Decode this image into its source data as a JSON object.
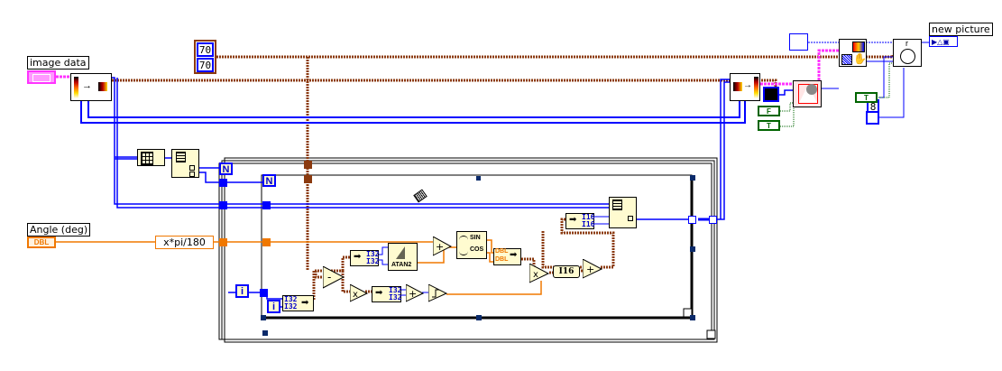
{
  "diagram": {
    "type": "LabVIEW block diagram",
    "terminals": {
      "image_data": {
        "label": "image data",
        "type": "image cluster (pink)"
      },
      "angle_deg": {
        "label": "Angle (deg)",
        "type_tag": "DBL"
      },
      "new_picture": {
        "label": "new picture",
        "type": "picture indicator"
      }
    },
    "constants": {
      "size_cluster": [
        "70",
        "70"
      ],
      "bit_depth": "8",
      "bool_false_tag": "F",
      "bool_true_tag_1": "T",
      "bool_true_tag_2": "T"
    },
    "nodes": {
      "formula": "x*pi/180",
      "atan2": "ATAN2",
      "sincos_top": "SIN",
      "sincos_bottom": "COS",
      "i32": "I32",
      "i16": "I16",
      "dbl": "DBL",
      "loop_count_outer": "N",
      "loop_count_inner": "N",
      "loop_iter_outer": "i",
      "loop_iter_inner": "i",
      "subtract": "-",
      "multiply": "x",
      "add": "+",
      "ring_radius_label": "r"
    },
    "colors": {
      "wire_numeric_int": "#0000ff",
      "wire_numeric_dbl": "#f07800",
      "wire_cluster": "#8b3a0f",
      "wire_image": "#ff33ff",
      "wire_bool": "#006400",
      "node_fill": "#fffbd0",
      "loop_tunnel": "#0a2a6a"
    }
  }
}
